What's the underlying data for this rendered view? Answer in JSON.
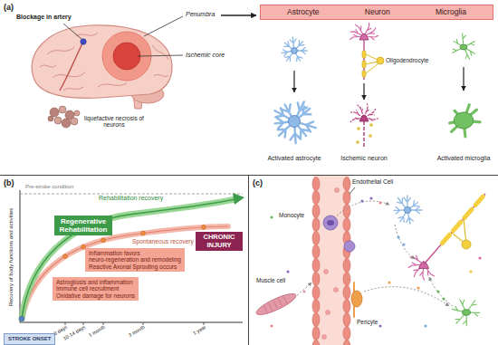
{
  "diagram": {
    "nodes": [
      {
        "text": [
          "Astrocyte",
          "Neuron",
          "Microglia"
        ]
      },
      {
        "text": [
          "Regenerative Rehabilitation"
        ]
      },
      {
        "text": [
          "CHRONIC INJURY"
        ]
      },
      {
        "text": [
          "Inflammation favors",
          "neuro-regeneration and remodeling",
          "Reactive Axonal Sprouting occurs"
        ]
      },
      {
        "text": [
          "Astrogliosis and inflammation",
          "Immune cell recruitment",
          "Oxidative damage for neurons"
        ]
      },
      {
        "text": [
          "STROKE ONSET"
        ]
      }
    ],
    "labels": [
      "(a)",
      "Blockage in artery",
      "Penumbra",
      "Ischemic core",
      "liquefactive necrosis of neurons",
      "Oligodendrocyte",
      "Activated astrocyte",
      "Ischemic neuron",
      "Activated microglia",
      "(b)",
      "Recovery of body functions and activities",
      "Pre-stroke condition",
      "Rehabilitation recovery",
      "Spontaneous recovery",
      "3 days",
      "10-14 days",
      "1 month",
      "3 month",
      "1 year",
      "(c)",
      "Endothelial Cell",
      "Monocyte",
      "Muscle cell",
      "Pericyte"
    ]
  }
}
